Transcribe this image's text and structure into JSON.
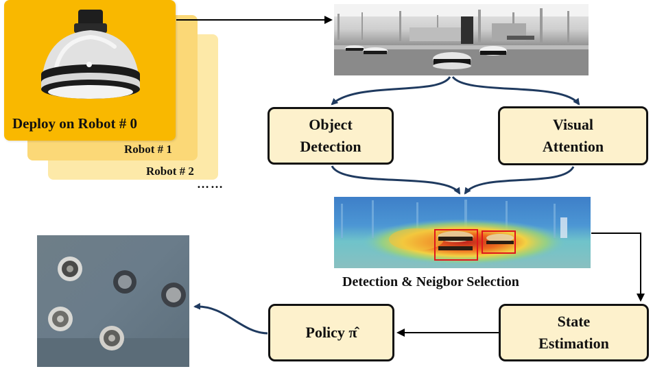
{
  "robots": {
    "deploy_label": "Deploy on Robot # 0",
    "robot1_label": "Robot # 1",
    "robot2_label": "Robot # 2",
    "ellipsis": "……"
  },
  "boxes": {
    "object_detection": "Object\nDetection",
    "visual_attention": "Visual\nAttention",
    "state_estimation": "State\nEstimation",
    "policy": "Policy π̂"
  },
  "captions": {
    "detection": "Detection &  Neigbor Selection"
  },
  "colors": {
    "card_front": "#f9b800",
    "card_back1": "#fbd877",
    "card_back2": "#fde9a8",
    "box_fill": "#fdf1cc",
    "curve_arrow": "#1f3a5f",
    "straight_arrow": "#000000",
    "detection_box": "#e0141c"
  }
}
